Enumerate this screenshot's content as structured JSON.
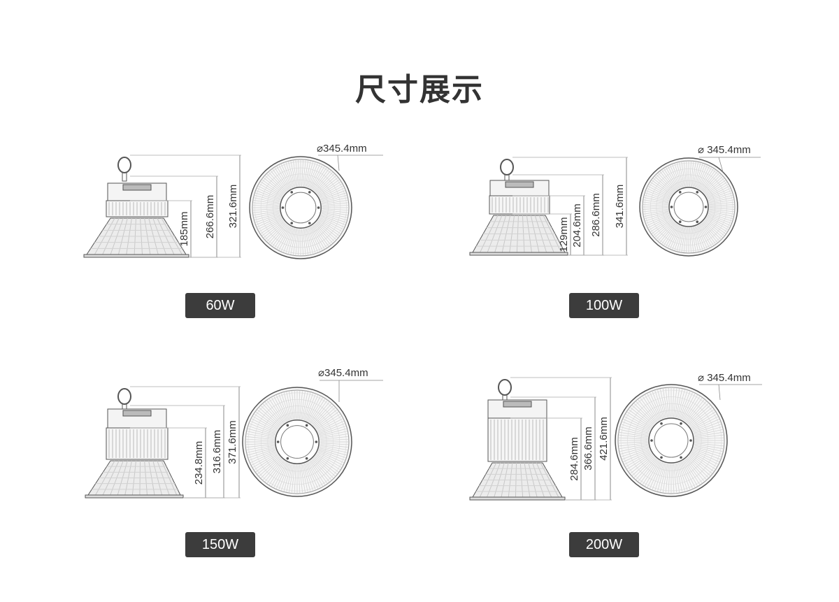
{
  "page": {
    "title": "尺寸展示"
  },
  "panels": [
    {
      "wattage": "60W",
      "diameter": "⌀345.4mm",
      "heights": [
        "185mm",
        "266.6mm",
        "321.6mm"
      ]
    },
    {
      "wattage": "100W",
      "diameter": "⌀ 345.4mm",
      "heights": [
        "129mm",
        "204.6mm",
        "286.6mm",
        "341.6mm"
      ]
    },
    {
      "wattage": "150W",
      "diameter": "⌀345.4mm",
      "heights": [
        "234.8mm",
        "316.6mm",
        "371.6mm"
      ]
    },
    {
      "wattage": "200W",
      "diameter": "⌀ 345.4mm",
      "heights": [
        "284.6mm",
        "366.6mm",
        "421.6mm"
      ]
    }
  ]
}
